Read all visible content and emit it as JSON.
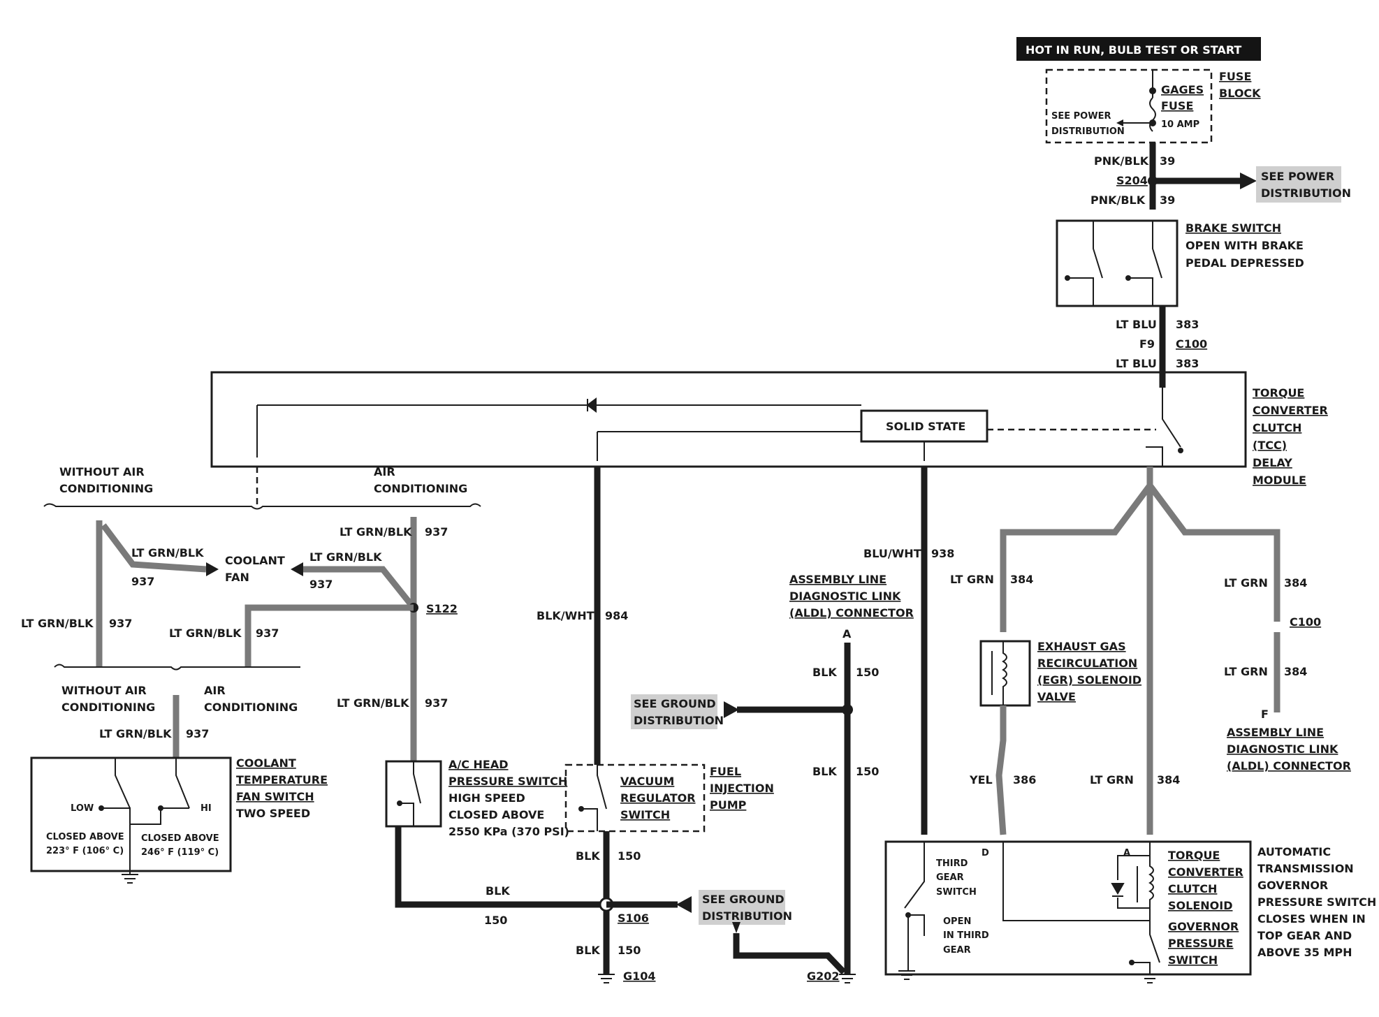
{
  "labels": {
    "hot_in_run": "HOT IN RUN,   BULB TEST OR START",
    "fuse_block_1": "FUSE",
    "fuse_block_2": "BLOCK",
    "gages": "GAGES",
    "fuse": "FUSE",
    "amp10": "10 AMP",
    "see_power_1": "SEE POWER",
    "see_power_2": "DISTRIBUTION",
    "pnk_blk_a": "PNK/BLK",
    "n39_a": "39",
    "s204": "S204",
    "pnk_blk_b": "PNK/BLK",
    "n39_b": "39",
    "see_power_big_1": "SEE POWER",
    "see_power_big_2": "DISTRIBUTION",
    "brake_1": "BRAKE SWITCH",
    "brake_2": "OPEN WITH BRAKE",
    "brake_3": "PEDAL DEPRESSED",
    "lt_blu_a": "LT BLU",
    "n383_a": "383",
    "f9": "F9",
    "c100_a": "C100",
    "lt_blu_b": "LT BLU",
    "n383_b": "383",
    "tcc_1": "TORQUE",
    "tcc_2": "CONVERTER",
    "tcc_3": "CLUTCH",
    "tcc_4": "(TCC)",
    "tcc_5": "DELAY",
    "tcc_6": "MODULE",
    "solid_state": "SOLID STATE",
    "without_ac_top_1": "WITHOUT AIR",
    "without_ac_top_2": "CONDITIONING",
    "ac_top_1": "AIR",
    "ac_top_2": "CONDITIONING",
    "ltgrnblk_1": "LT GRN/BLK",
    "n937_1": "937",
    "coolant_fan_1": "COOLANT",
    "coolant_fan_2": "FAN",
    "ltgrnblk_2": "LT GRN/BLK",
    "n937_2": "937",
    "ltgrnblk_3": "LT GRN/BLK",
    "n937_3": "937",
    "s122": "S122",
    "ltgrnblk_4": "LT GRN/BLK",
    "n937_4": "937",
    "ltgrnblk_5": "LT GRN/BLK",
    "n937_5": "937",
    "without_ac_bot_1": "WITHOUT AIR",
    "without_ac_bot_2": "CONDITIONING",
    "ac_bot_1": "AIR",
    "ac_bot_2": "CONDITIONING",
    "ltgrnblk_6": "LT GRN/BLK",
    "n937_6": "937",
    "ltgrnblk_7": "LT GRN/BLK",
    "n937_7": "937",
    "ctfs_1": "COOLANT",
    "ctfs_2": "TEMPERATURE",
    "ctfs_3": "FAN SWITCH",
    "ctfs_4": "TWO SPEED",
    "low": "LOW",
    "hi": "HI",
    "closed_223_1": "CLOSED ABOVE",
    "closed_223_2": "223° F (106° C)",
    "closed_246_1": "CLOSED ABOVE",
    "closed_246_2": "246° F (119° C)",
    "blkwht": "BLK/WHT",
    "n984": "984",
    "achp_1": "A/C HEAD",
    "achp_2": "PRESSURE SWITCH",
    "achp_3": "HIGH SPEED",
    "achp_4": "CLOSED ABOVE",
    "achp_5": "2550 KPa (370 PSI)",
    "vrs_1": "VACUUM",
    "vrs_2": "REGULATOR",
    "vrs_3": "SWITCH",
    "fip_1": "FUEL",
    "fip_2": "INJECTION",
    "fip_3": "PUMP",
    "blk_150_a": "BLK",
    "n150_a": "150",
    "blk_150_b": "BLK",
    "n150_b": "150",
    "s106": "S106",
    "blk_150_c": "BLK",
    "n150_c": "150",
    "g104": "G104",
    "see_gnd_1a": "SEE GROUND",
    "see_gnd_1b": "DISTRIBUTION",
    "see_gnd_2a": "SEE GROUND",
    "see_gnd_2b": "DISTRIBUTION",
    "aldl_1": "ASSEMBLY LINE",
    "aldl_2": "DIAGNOSTIC LINK",
    "aldl_3": "(ALDL) CONNECTOR",
    "pin_a": "A",
    "blk_150_d": "BLK",
    "n150_d": "150",
    "blk_150_e": "BLK",
    "n150_e": "150",
    "g202": "G202",
    "bluwht": "BLU/WHT",
    "n938": "938",
    "ltgrn_a": "LT GRN",
    "n384_a": "384",
    "ltgrn_b": "LT GRN",
    "n384_b": "384",
    "c100_b": "C100",
    "ltgrn_c": "LT GRN",
    "n384_c": "384",
    "pin_f": "F",
    "aldl2_1": "ASSEMBLY LINE",
    "aldl2_2": "DIAGNOSTIC LINK",
    "aldl2_3": "(ALDL) CONNECTOR",
    "egr_1": "EXHAUST GAS",
    "egr_2": "RECIRCULATION",
    "egr_3": "(EGR) SOLENOID",
    "egr_4": "VALVE",
    "yel": "YEL",
    "n386": "386",
    "ltgrn_d": "LT GRN",
    "n384_d": "384",
    "pin_d": "D",
    "pin_a2": "A",
    "tgs_1": "THIRD",
    "tgs_2": "GEAR",
    "tgs_3": "SWITCH",
    "tgs_4": "OPEN",
    "tgs_5": "IN THIRD",
    "tgs_6": "GEAR",
    "tccs_1": "TORQUE",
    "tccs_2": "CONVERTER",
    "tccs_3": "CLUTCH",
    "tccs_4": "SOLENOID",
    "gps_1": "GOVERNOR",
    "gps_2": "PRESSURE",
    "gps_3": "SWITCH",
    "atg_1": "AUTOMATIC",
    "atg_2": "TRANSMISSION",
    "atg_3": "GOVERNOR",
    "atg_4": "PRESSURE SWITCH",
    "atg_5": "CLOSES WHEN IN",
    "atg_6": "TOP GEAR AND",
    "atg_7": "ABOVE 35 MPH"
  }
}
